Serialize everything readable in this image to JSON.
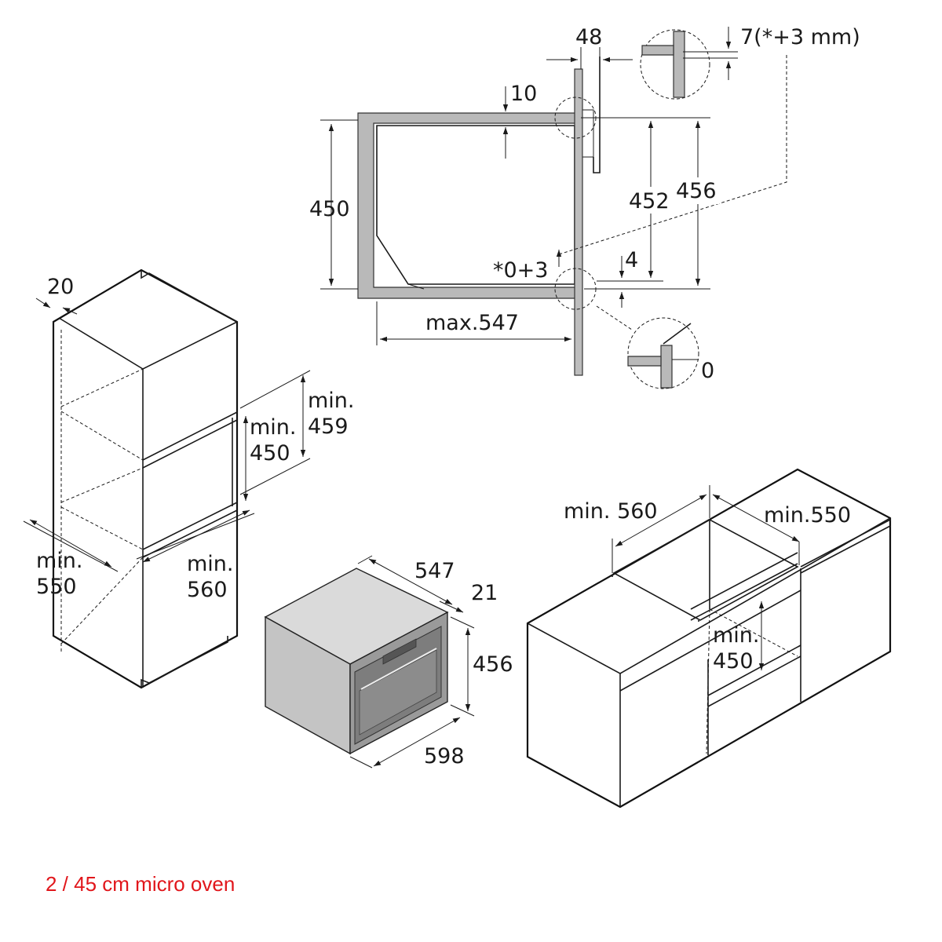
{
  "caption": "2 / 45 cm micro oven",
  "colors": {
    "caption": "#e1161b",
    "line": "#1a1a1a",
    "wall": "#b9b9b9",
    "oven": "#9a9a9a"
  },
  "section_view": {
    "gap_top": "48",
    "top_gap_label": "7(*+3 mm)",
    "ten": "10",
    "height_450": "450",
    "height_452": "452",
    "height_456": "456",
    "tolerance": "*0+3",
    "four": "4",
    "depth": "max.547",
    "zero": "0"
  },
  "tall_cabinet": {
    "panel": "20",
    "min_459_a": "min.",
    "min_459_b": "459",
    "min_450_a": "min.",
    "min_450_b": "450",
    "min_550_a": "min.",
    "min_550_b": "550",
    "min_560_a": "min.",
    "min_560_b": "560"
  },
  "oven": {
    "depth": "547",
    "offset": "21",
    "height": "456",
    "width": "598"
  },
  "base_cabinet": {
    "width": "min. 560",
    "depth": "min.550",
    "height_a": "min.",
    "height_b": "450"
  }
}
